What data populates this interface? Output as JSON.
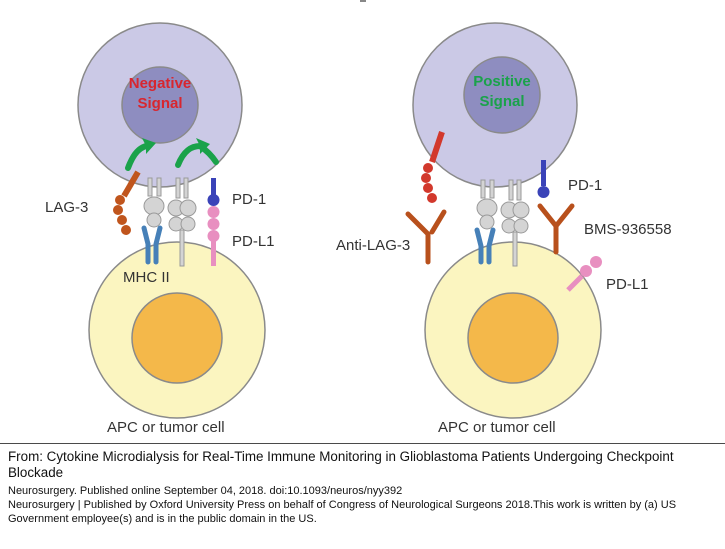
{
  "figure": {
    "left_panel": {
      "signal_line1": "Negative",
      "signal_line2": "Signal",
      "signal_color": "#d8262f",
      "labels": {
        "lag3": "LAG-3",
        "pd1": "PD-1",
        "pdl1": "PD-L1",
        "mhc": "MHC II",
        "apc": "APC or tumor cell"
      }
    },
    "right_panel": {
      "signal_line1": "Positive",
      "signal_line2": "Signal",
      "signal_color": "#1aa24a",
      "labels": {
        "anti_lag3": "Anti-LAG-3",
        "pd1": "PD-1",
        "bms": "BMS-936558",
        "pdl1": "PD-L1",
        "apc": "APC or tumor cell"
      }
    },
    "colors": {
      "t_cell_fill": "#cbc9e6",
      "nucleus_fill": "#8e8dc0",
      "apc_fill": "#fbf5c0",
      "apc_nucleus_fill": "#f4b84a",
      "lag3": "#c0551d",
      "antibody": "#b8501c",
      "pd1": "#3a43b8",
      "pdl1": "#e88fc0",
      "mhc": "#4680b8",
      "tcr": "#d0d0d0",
      "arrow": "#1aa24a"
    }
  },
  "caption": {
    "title": "From: Cytokine Microdialysis for Real-Time Immune Monitoring in Glioblastoma Patients Undergoing Checkpoint Blockade",
    "journal_line": "Neurosurgery. Published online  September 04, 2018. doi:10.1093/neuros/nyy392",
    "copyright_line": "Neurosurgery | Published by Oxford University Press on behalf of Congress of Neurological Surgeons 2018.This work is written by (a) US Government employee(s) and is in the public domain in the US."
  }
}
